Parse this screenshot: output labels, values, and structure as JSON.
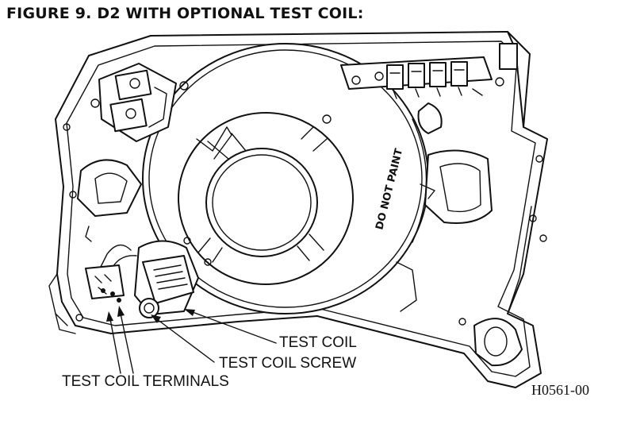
{
  "figure": {
    "title": "FIGURE 9. D2 WITH OPTIONAL TEST COIL:",
    "drawing_number": "H0561-00"
  },
  "housing_text": {
    "warning": "DO NOT PAINT"
  },
  "callouts": {
    "test_coil": "TEST COIL",
    "test_coil_screw": "TEST COIL SCREW",
    "test_coil_terminals": "TEST COIL TERMINALS"
  }
}
